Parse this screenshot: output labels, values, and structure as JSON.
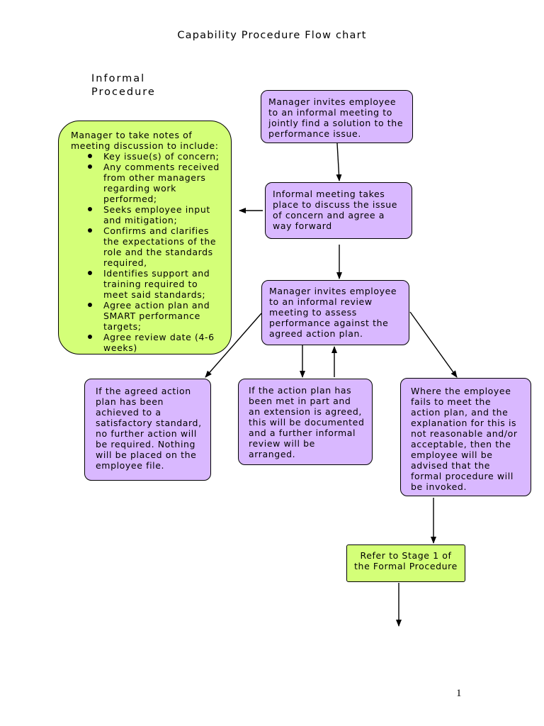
{
  "title": "Capability Procedure Flow chart",
  "section_label": "Informal\nProcedure",
  "notes": {
    "heading": "Manager to take notes of meeting discussion to include:",
    "items": [
      "Key issue(s) of concern;",
      "Any comments received from other managers regarding work performed;",
      "Seeks employee input and mitigation;",
      "Confirms and clarifies the expectations of the role and the standards required,",
      "Identifies support and training required to meet said standards;",
      "Agree action plan and SMART performance targets;",
      "Agree review date (4-6 weeks)"
    ]
  },
  "steps": {
    "invite_informal": "Manager invites employee to an informal meeting to jointly find a solution to the performance issue.",
    "meeting_takes_place": "Informal meeting takes place to discuss the issue of concern and agree a way forward",
    "invite_review": "Manager invites employee to an informal review meeting to assess performance against the agreed action plan.",
    "outcome_achieved": "If the agreed action plan has been achieved to a satisfactory standard, no further action will be required. Nothing will be placed on the employee file.",
    "outcome_partial": "If the action plan has been met in part and an extension is agreed, this will be documented and a further informal review will be arranged.",
    "outcome_failed": "Where the employee fails to meet the action plan, and the explanation for this is not reasonable and/or acceptable, then the employee will be advised that the formal procedure will be invoked.",
    "refer_formal": "Refer to Stage 1 of the Formal Procedure"
  },
  "page_number": "1",
  "colors": {
    "purple_box": "#d9b8ff",
    "green_box": "#d4ff78",
    "border": "#000000"
  }
}
